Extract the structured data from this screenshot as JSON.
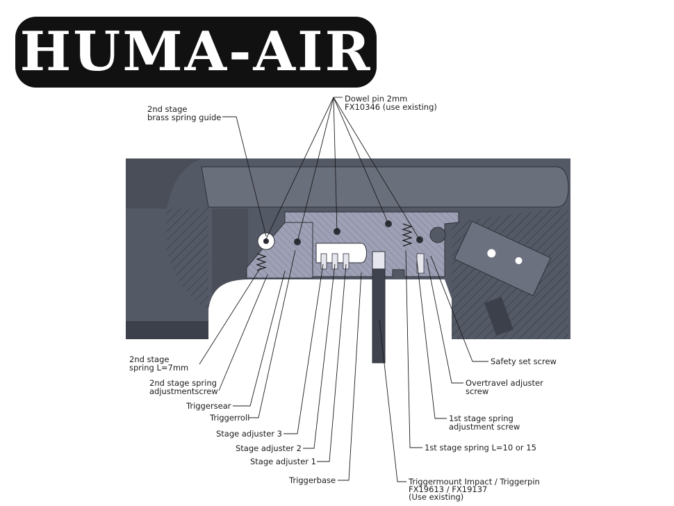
{
  "logo": {
    "text": "HUMA-AIR"
  },
  "labels": {
    "dowel_pin": [
      "Dowel pin 2mm",
      "FX10346 (use existing)"
    ],
    "brass_spring_guide": [
      "2nd stage",
      "brass spring guide"
    ],
    "second_stage_spring": [
      "2nd stage",
      "spring L=7mm"
    ],
    "second_stage_spring_screw": [
      "2nd stage spring",
      "adjustmentscrew"
    ],
    "triggersear": [
      "Triggersear"
    ],
    "triggerroll": [
      "Triggerroll"
    ],
    "stage_adjuster_3": [
      "Stage adjuster 3"
    ],
    "stage_adjuster_2": [
      "Stage adjuster 2"
    ],
    "stage_adjuster_1": [
      "Stage adjuster 1"
    ],
    "triggerbase": [
      "Triggerbase"
    ],
    "safety_set_screw": [
      "Safety set screw"
    ],
    "overtravel_adjuster": [
      "Overtravel adjuster",
      "screw"
    ],
    "first_stage_spring_screw": [
      "1st stage spring",
      "adjustment screw"
    ],
    "first_stage_spring": [
      "1st stage spring L=10 or 15"
    ],
    "triggermount": [
      "Triggermount Impact / Triggerpin",
      "FX19613 / FX19137",
      "(Use existing)"
    ]
  },
  "colors": {
    "housing": "#545966",
    "housing_dark": "#3c404b",
    "mechanism": "#9ea1b5",
    "leader": "#1a1a1a"
  }
}
